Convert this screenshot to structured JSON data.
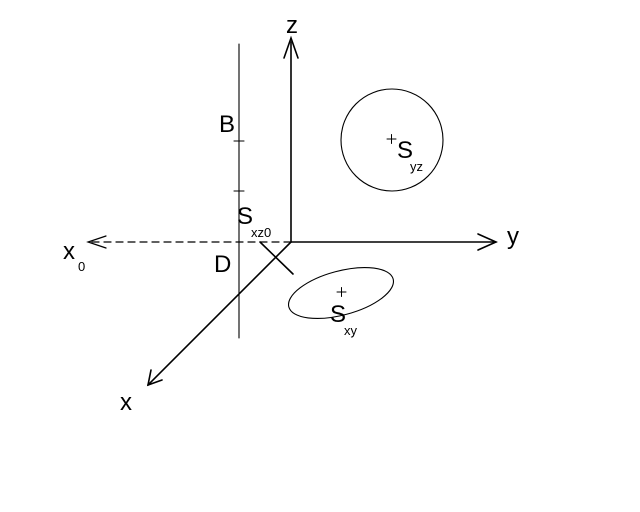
{
  "diagram": {
    "axis_labels": {
      "z": "z",
      "y": "y",
      "x": "x",
      "x0": "x",
      "x0_sub": "0"
    },
    "labels": {
      "B": "B",
      "D": "D",
      "S_xz0": "S",
      "S_xz0_sub": "xz0",
      "S_yz": "S",
      "S_yz_sub": "yz",
      "S_xy": "S",
      "S_xy_sub": "xy"
    },
    "colors": {
      "line": "#000000",
      "background": "#ffffff"
    }
  }
}
